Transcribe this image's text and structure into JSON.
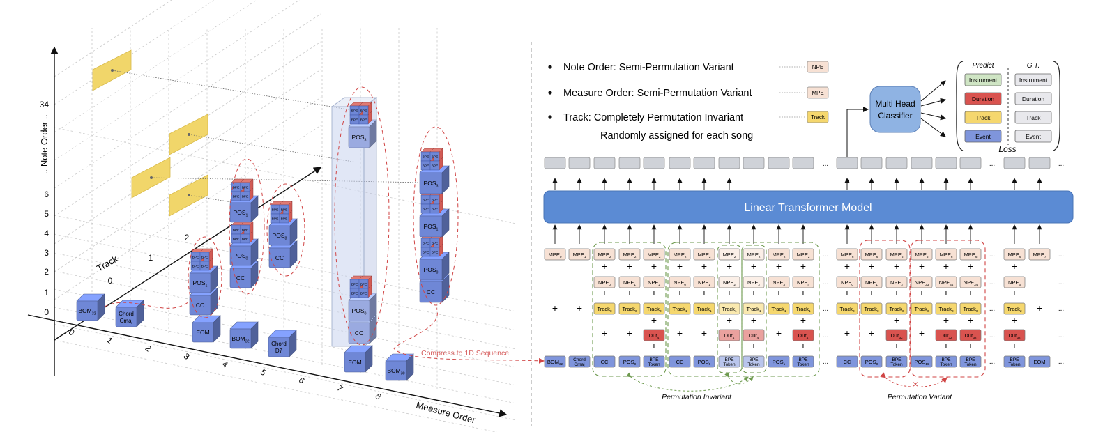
{
  "axes": {
    "note_axis_label": ".. Note Order ..",
    "track_axis_label": "Track",
    "measure_axis_label": "Measure Order",
    "note_ticks": [
      "0",
      "1",
      "2",
      "3",
      "4",
      "5",
      "6",
      "34"
    ],
    "track_ticks": [
      "0",
      "1",
      "2"
    ],
    "measure_ticks": [
      "0",
      "1",
      "2",
      "3",
      "4",
      "5",
      "6",
      "7",
      "8"
    ]
  },
  "cube_labels": {
    "bom32": "BOM",
    "bom32_sub": "32",
    "bom30": "BOM",
    "bom30_sub": "30",
    "chord_cmaj_1": "Chord",
    "chord_cmaj_2": "Cmaj",
    "chord_d7_1": "Chord",
    "chord_d7_2": "D7",
    "eom": "EOM",
    "cc": "CC",
    "pos1": "POS",
    "pos1_sub": "1",
    "pos0": "POS",
    "pos0_sub": "0",
    "pos8": "POS",
    "pos8_sub": "8",
    "pos3": "POS",
    "pos3_sub": "3",
    "pos16": "POS",
    "pos16_sub": "16",
    "bpe": "BPE"
  },
  "compress_label": "Compress to 1D Sequence",
  "bullets": [
    {
      "text": "Note Order:  Semi-Permutation Variant",
      "tag": "NPE"
    },
    {
      "text": "Measure Order: Semi-Permutation Variant",
      "tag": "MPE"
    },
    {
      "text": "Track:  Completely Permutation Invariant",
      "tag": "Track"
    }
  ],
  "bullet_sub": "Randomly assigned for each song",
  "classifier_label_1": "Multi Head",
  "classifier_label_2": "Classifier",
  "predict_header": "Predict",
  "gt_header": "G.T.",
  "predict_items": [
    "Instrument",
    "Duration",
    "Track",
    "Event"
  ],
  "gt_items": [
    "Instrument",
    "Duration",
    "Track",
    "Event"
  ],
  "loss_label": "Loss",
  "model_label": "Linear Transformer Model",
  "ellipsis": "...",
  "plus": "+",
  "x_mark": "×",
  "perm_invariant_label": "Permutation Invariant",
  "perm_variant_label": "Permutation Variant",
  "seq_columns": [
    {
      "mpe": "MPE",
      "mpe_sub": "0",
      "npe": "",
      "npe_sub": "",
      "track": "",
      "track_sub": "",
      "dur": "",
      "dur_sub": "",
      "tok": "BOM",
      "tok_sub": "32"
    },
    {
      "mpe": "MPE",
      "mpe_sub": "1",
      "npe": "",
      "npe_sub": "",
      "track": "",
      "track_sub": "",
      "dur": "",
      "dur_sub": "",
      "tok": "Chord Cmaj",
      "tok_sub": ""
    },
    {
      "mpe": "MPE",
      "mpe_sub": "2",
      "npe": "NPE",
      "npe_sub": "0",
      "track": "Track",
      "track_sub": "0",
      "dur": "",
      "dur_sub": "",
      "tok": "CC",
      "tok_sub": ""
    },
    {
      "mpe": "MPE",
      "mpe_sub": "2",
      "npe": "NPE",
      "npe_sub": "1",
      "track": "Track",
      "track_sub": "0",
      "dur": "",
      "dur_sub": "",
      "tok": "POS",
      "tok_sub": "0"
    },
    {
      "mpe": "MPE",
      "mpe_sub": "2",
      "npe": "NPE",
      "npe_sub": "2",
      "track": "Track",
      "track_sub": "0",
      "dur": "Dur",
      "dur_sub": "4",
      "tok": "BPE Token",
      "tok_sub": ""
    },
    {
      "mpe": "MPE",
      "mpe_sub": "2",
      "npe": "NPE",
      "npe_sub": "0",
      "track": "Track",
      "track_sub": "1",
      "dur": "",
      "dur_sub": "",
      "tok": "CC",
      "tok_sub": ""
    },
    {
      "mpe": "MPE",
      "mpe_sub": "2",
      "npe": "NPE",
      "npe_sub": "1",
      "track": "Track",
      "track_sub": "1",
      "dur": "",
      "dur_sub": "",
      "tok": "POS",
      "tok_sub": "0"
    },
    {
      "mpe": "MPE",
      "mpe_sub": "2",
      "npe": "NPE",
      "npe_sub": "2",
      "track": "Track",
      "track_sub": "1",
      "dur": "Dur",
      "dur_sub": "4",
      "tok": "BPE Token",
      "tok_sub": ""
    },
    {
      "mpe": "MPE",
      "mpe_sub": "2",
      "npe": "NPE",
      "npe_sub": "2",
      "track": "Track",
      "track_sub": "1",
      "dur": "Dur",
      "dur_sub": "4",
      "tok": "BPE Token",
      "tok_sub": ""
    },
    {
      "mpe": "MPE",
      "mpe_sub": "2",
      "npe": "NPE",
      "npe_sub": "3",
      "track": "Track",
      "track_sub": "1",
      "dur": "",
      "dur_sub": "",
      "tok": "POS",
      "tok_sub": "1"
    },
    {
      "mpe": "MPE",
      "mpe_sub": "2",
      "npe": "NPE",
      "npe_sub": "4",
      "track": "Track",
      "track_sub": "1",
      "dur": "Dur",
      "dur_sub": "4",
      "tok": "BPE Token",
      "tok_sub": ""
    },
    {
      "mpe": "MPE",
      "mpe_sub": "6",
      "npe": "NPE",
      "npe_sub": "0",
      "track": "Track",
      "track_sub": "0",
      "dur": "",
      "dur_sub": "",
      "tok": "CC",
      "tok_sub": ""
    },
    {
      "mpe": "MPE",
      "mpe_sub": "6",
      "npe": "NPE",
      "npe_sub": "1",
      "track": "Track",
      "track_sub": "0",
      "dur": "",
      "dur_sub": "",
      "tok": "POS",
      "tok_sub": "0"
    },
    {
      "mpe": "MPE",
      "mpe_sub": "6",
      "npe": "NPE",
      "npe_sub": "2",
      "track": "Track",
      "track_sub": "0",
      "dur": "Dur",
      "dur_sub": "32",
      "tok": "BPE Token",
      "tok_sub": ""
    },
    {
      "mpe": "MPE",
      "mpe_sub": "6",
      "npe": "NPE",
      "npe_sub": "33",
      "track": "Track",
      "track_sub": "0",
      "dur": "",
      "dur_sub": "",
      "tok": "POS",
      "tok_sub": "16"
    },
    {
      "mpe": "MPE",
      "mpe_sub": "6",
      "npe": "NPE",
      "npe_sub": "34",
      "track": "Track",
      "track_sub": "0",
      "dur": "Dur",
      "dur_sub": "32",
      "tok": "BPE Token",
      "tok_sub": ""
    },
    {
      "mpe": "MPE",
      "mpe_sub": "6",
      "npe": "NPE",
      "npe_sub": "34",
      "track": "Track",
      "track_sub": "0",
      "dur": "Dur",
      "dur_sub": "32",
      "tok": "BPE Token",
      "tok_sub": ""
    },
    {
      "mpe": "MPE",
      "mpe_sub": "6",
      "npe": "NPE",
      "npe_sub": "6",
      "track": "Track",
      "track_sub": "2",
      "dur": "Dur",
      "dur_sub": "32",
      "tok": "BPE Token",
      "tok_sub": ""
    },
    {
      "mpe": "MPE",
      "mpe_sub": "7",
      "npe": "",
      "npe_sub": "",
      "track": "",
      "track_sub": "",
      "dur": "",
      "dur_sub": "",
      "tok": "EOM",
      "tok_sub": ""
    }
  ],
  "colors": {
    "cube_blue": "#6f87d6",
    "cube_red": "#d15b55",
    "slab_yellow": "#f1d66a",
    "model_blue": "#5b8bd4",
    "mpe_fill": "#f7e1d4",
    "track_fill": "#f5d76e",
    "dur_fill": "#d9534f",
    "instrument_fill": "#cfe5c4",
    "event_fill": "#7f95dc",
    "gray_box": "#cfd2d8",
    "green_dash": "#6e9a4f",
    "red_dash": "#d04545"
  }
}
